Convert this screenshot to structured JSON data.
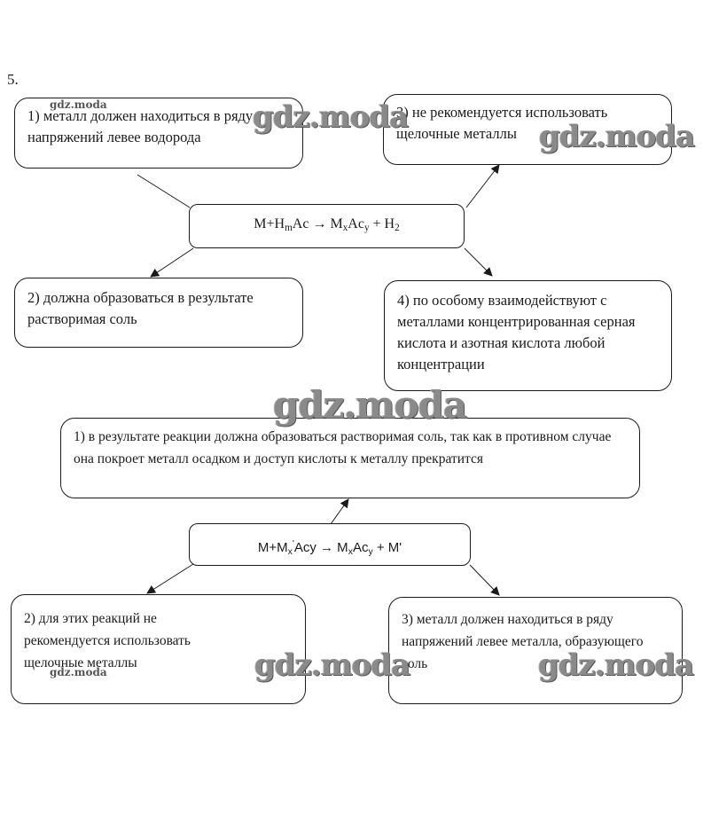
{
  "task_number": "5.",
  "diagram1": {
    "center": {
      "prefix": "M+H",
      "sub1": "m",
      "mid": "Ac → M",
      "sub2": "x",
      "mid2": "Ac",
      "sub3": "y",
      "suffix": " + H",
      "sub4": "2"
    },
    "box1": "1) металл должен находиться в ряду напряжений левее водорода",
    "box2": "2) должна образоваться в результате растворимая соль",
    "box3": "3) не рекомендуется использовать щелочные металлы",
    "box4": "4) по особому взаимодействуют с металлами концентрированная серная кислота и азотная кислота любой концентрации"
  },
  "diagram2": {
    "center": {
      "prefix": "M+M",
      "sub1": "x",
      "sup1": "'",
      "mid": "Acy → M",
      "sub2": "x",
      "mid2": "Ac",
      "sub3": "y",
      "suffix": " + M'"
    },
    "box1": "1) в результате реакции должна образоваться растворимая соль, так как в противном случае она покроет металл осадком и доступ кислоты к металлу прекратится",
    "box2": "2) для этих реакций не рекомендуется использовать щелочные металлы",
    "box3": "3) металл должен находиться в ряду напряжений левее металла, образующего соль"
  },
  "watermarks": {
    "large": "gdz.moda",
    "small": "gdz.moda"
  }
}
